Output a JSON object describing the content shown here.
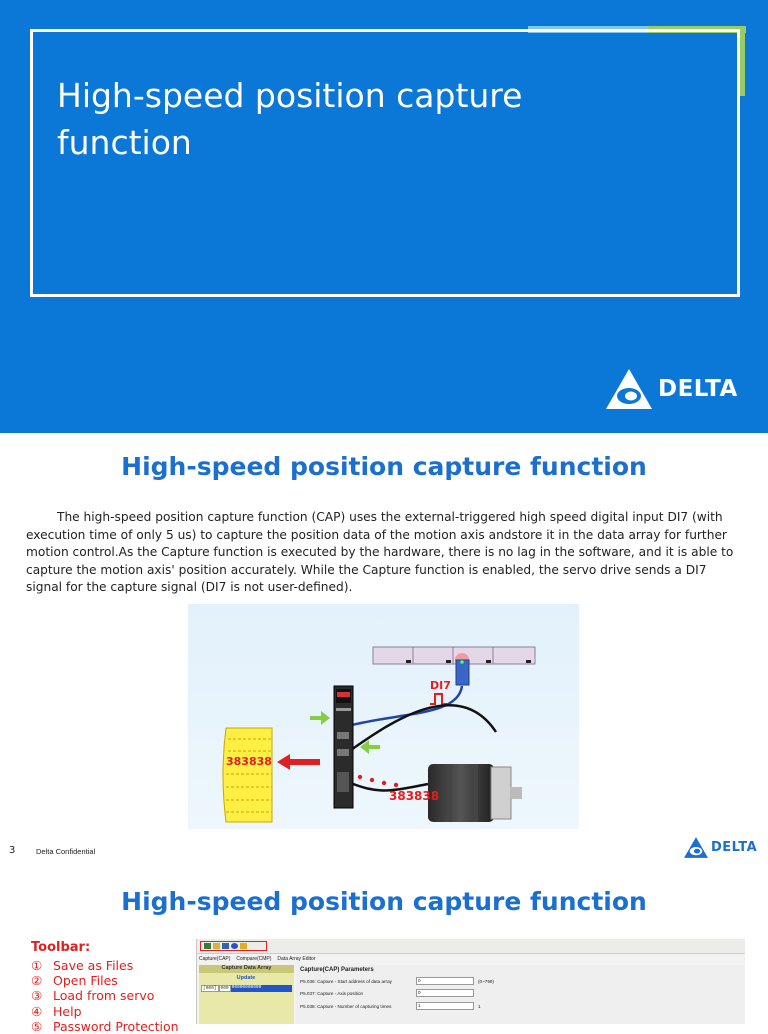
{
  "slide1": {
    "title_line1": "High-speed position capture",
    "title_line2": "function",
    "logo_text": "DELTA"
  },
  "slide2": {
    "heading": "High-speed position capture function",
    "body": "The high-speed position capture function (CAP) uses the external-triggered high speed digital input DI7 (with execution time of only 5 us) to capture the position data of the motion axis andstore it in the data array for further motion control.As the Capture function is executed by the hardware, there is no lag in the software, and it is able to capture the motion axis' position accurately. While the Capture function is enabled, the servo drive sends a DI7 signal for the capture signal (DI7 is not user-defined).",
    "illustration": {
      "signal_label": "DI7",
      "array_value": "383838",
      "motor_value": "383838"
    },
    "footer": {
      "page_number": "3",
      "confidential": "Delta Confidential",
      "logo_text": "DELTA"
    }
  },
  "slide3": {
    "heading": "High-speed position capture function",
    "toolbar_title": "Toolbar:",
    "toolbar_items": [
      {
        "num": "①",
        "label": "Save as Files"
      },
      {
        "num": "②",
        "label": "Open Files"
      },
      {
        "num": "③",
        "label": "Load from servo"
      },
      {
        "num": "④",
        "label": "Help"
      },
      {
        "num": "⑤",
        "label": "Password Protection"
      }
    ],
    "screenshot": {
      "tabs": [
        "Capture(CAP)",
        "Compare(CMP)",
        "Data Array Editor"
      ],
      "left_header": "Capture Data Array",
      "update_label": "Update",
      "row_index": "[000]",
      "row_addr": "000",
      "row_value": "00000000000",
      "right_header": "Capture(CAP) Parameters",
      "params": [
        {
          "label": "P5.036: Capture - Start address of data array",
          "value": "0",
          "range": "(0~799)"
        },
        {
          "label": "P5.037: Capture - Axis position",
          "value": "0",
          "range": ""
        },
        {
          "label": "P5.038: Capture - Number of capturing times",
          "value": "1",
          "range": "1"
        }
      ]
    }
  },
  "colors": {
    "title_bg": "#0b78d8",
    "heading_blue": "#1a6fd0",
    "toolbar_red": "#e02020",
    "accent_green": "#99cc66",
    "accent_lightblue": "#7ec8ef"
  }
}
